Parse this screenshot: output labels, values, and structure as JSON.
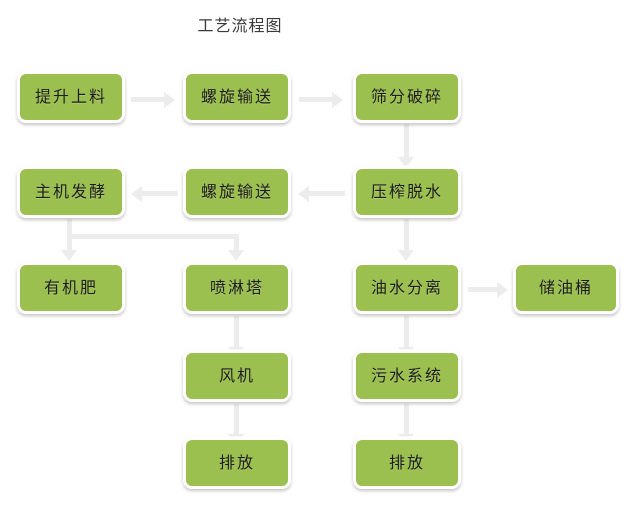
{
  "diagram": {
    "title": "工艺流程图",
    "colors": {
      "node_fill": "#9cc04f",
      "node_border": "#ffffff",
      "connector": "#ececec",
      "text": "#1d1d1d",
      "title_text": "#3a3a3a",
      "background": "#ffffff"
    },
    "nodes": [
      {
        "id": "n1",
        "label": "提升上料"
      },
      {
        "id": "n2",
        "label": "螺旋输送"
      },
      {
        "id": "n3",
        "label": "筛分破碎"
      },
      {
        "id": "n4",
        "label": "主机发酵"
      },
      {
        "id": "n5",
        "label": "螺旋输送"
      },
      {
        "id": "n6",
        "label": "压榨脱水"
      },
      {
        "id": "n7",
        "label": "有机肥"
      },
      {
        "id": "n8",
        "label": "喷淋塔"
      },
      {
        "id": "n9",
        "label": "油水分离"
      },
      {
        "id": "n10",
        "label": "储油桶"
      },
      {
        "id": "n11",
        "label": "风机"
      },
      {
        "id": "n12",
        "label": "污水系统"
      },
      {
        "id": "n13",
        "label": "排放"
      },
      {
        "id": "n14",
        "label": "排放"
      }
    ],
    "edges": [
      {
        "from": "提升上料",
        "to": "螺旋输送",
        "direction": "right"
      },
      {
        "from": "螺旋输送",
        "to": "筛分破碎",
        "direction": "right"
      },
      {
        "from": "筛分破碎",
        "to": "压榨脱水",
        "direction": "down"
      },
      {
        "from": "压榨脱水",
        "to": "螺旋输送",
        "direction": "left"
      },
      {
        "from": "螺旋输送",
        "to": "主机发酵",
        "direction": "left"
      },
      {
        "from": "主机发酵",
        "to": "有机肥",
        "direction": "down"
      },
      {
        "from": "主机发酵",
        "to": "喷淋塔",
        "direction": "elbow-down-right"
      },
      {
        "from": "压榨脱水",
        "to": "油水分离",
        "direction": "down"
      },
      {
        "from": "油水分离",
        "to": "储油桶",
        "direction": "right"
      },
      {
        "from": "喷淋塔",
        "to": "风机",
        "direction": "down"
      },
      {
        "from": "油水分离",
        "to": "污水系统",
        "direction": "down"
      },
      {
        "from": "风机",
        "to": "排放",
        "direction": "down"
      },
      {
        "from": "污水系统",
        "to": "排放",
        "direction": "down"
      }
    ]
  }
}
